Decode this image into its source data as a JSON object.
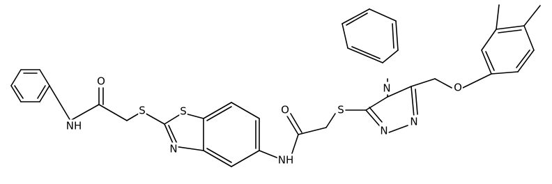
{
  "atoms": {
    "o_amide1": "O",
    "nh_amide1": "NH",
    "s_thioether1": "S",
    "s_thiazole": "S",
    "n_thiazole": "N",
    "nh_amide2": "NH",
    "o_amide2": "O",
    "s_thioether2": "S",
    "n_triazole4": "N",
    "n_triazole_a": "N",
    "n_triazole_b": "N",
    "o_ether": "O"
  }
}
